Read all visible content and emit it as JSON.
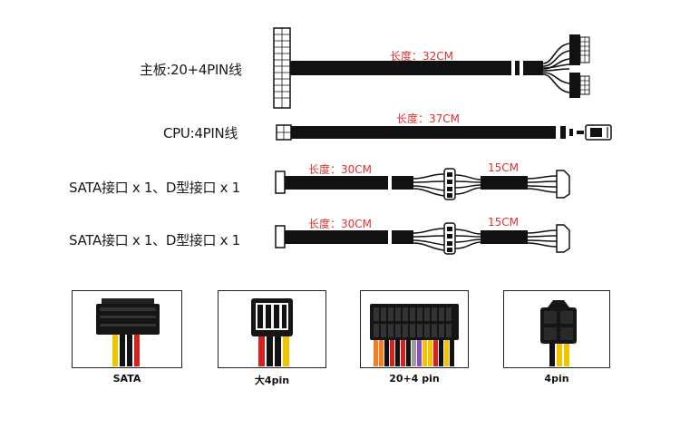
{
  "cables": [
    {
      "label": "主板:20+4PIN线",
      "length_main": "长度：32CM"
    },
    {
      "label": "CPU:4PIN线",
      "length_main": "长度：37CM"
    },
    {
      "label": "SATA接口 x 1、D型接口 x 1",
      "length_main": "长度：30CM",
      "length_extra": "15CM"
    },
    {
      "label": "SATA接口 x 1、D型接口 x 1",
      "length_main": "长度：30CM",
      "length_extra": "15CM"
    }
  ],
  "connectors": [
    {
      "caption": "SATA"
    },
    {
      "caption": "大4pin"
    },
    {
      "caption": "20+4 pin"
    },
    {
      "caption": "4pin"
    }
  ],
  "colors": {
    "wire_yellow": "#f2c400",
    "wire_red": "#d82020",
    "wire_black": "#111111",
    "wire_orange": "#f08020",
    "length_text": "#e03030"
  }
}
